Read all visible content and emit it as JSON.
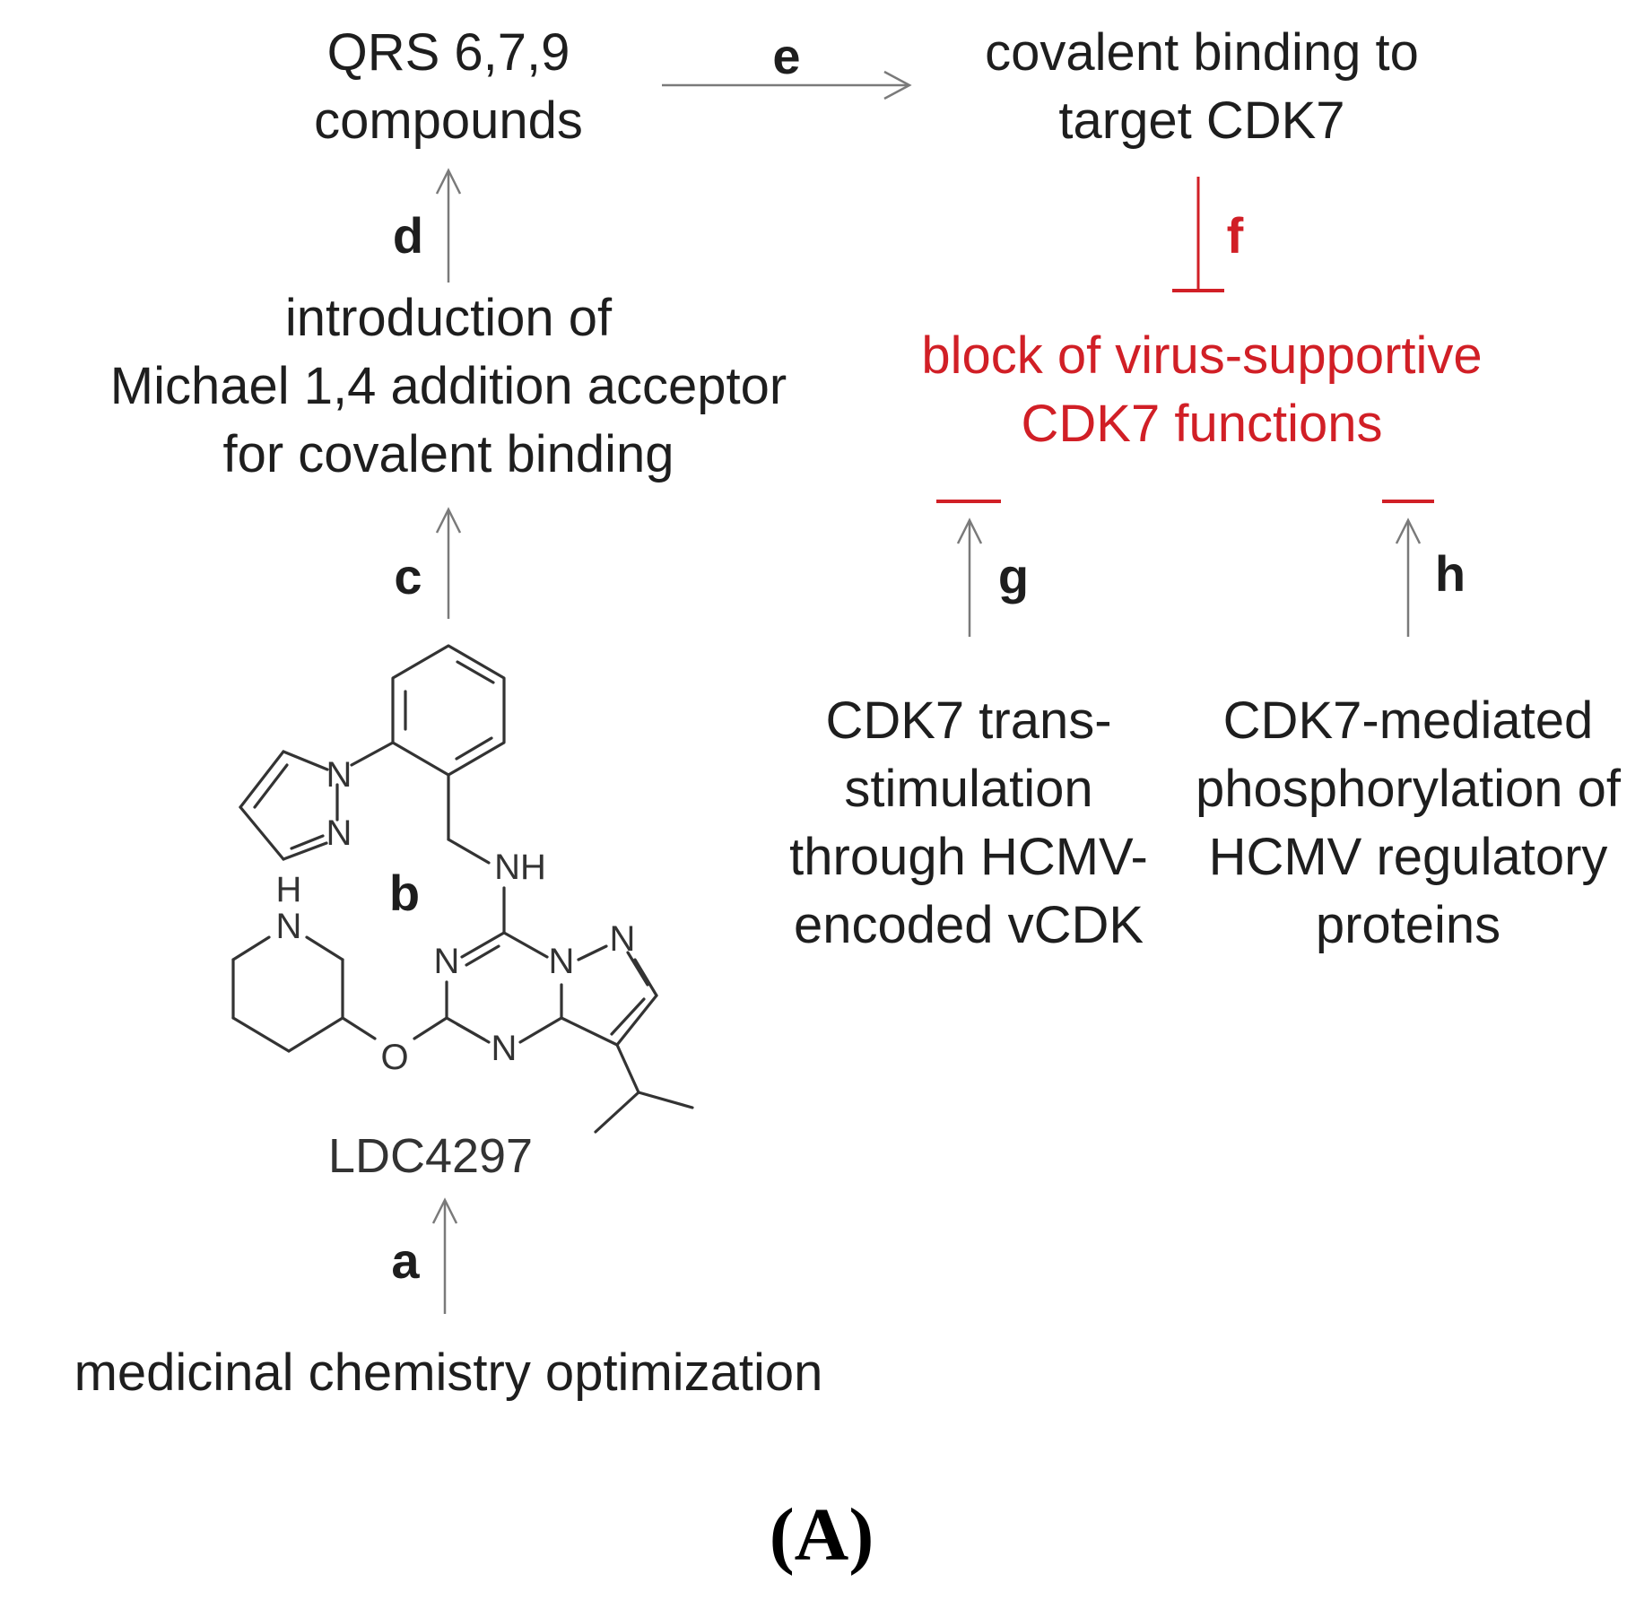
{
  "nodes": {
    "qrs_line1": "QRS 6,7,9",
    "qrs_line2": "compounds",
    "covalent_line1": "covalent binding to",
    "covalent_line2": "target CDK7",
    "intro_line1": "introduction of",
    "intro_line2": "Michael 1,4 addition acceptor",
    "intro_line3": "for covalent binding",
    "block_line1": "block of virus-supportive",
    "block_line2": "CDK7 functions",
    "trans_line1": "CDK7 trans-",
    "trans_line2": "stimulation",
    "trans_line3": "through HCMV-",
    "trans_line4": "encoded vCDK",
    "phos_line1": "CDK7-mediated",
    "phos_line2": "phosphorylation of",
    "phos_line3": "HCMV regulatory",
    "phos_line4": "proteins",
    "compound_name": "LDC4297",
    "medchem": "medicinal chemistry optimization"
  },
  "step_labels": {
    "a": "a",
    "b": "b",
    "c": "c",
    "d": "d",
    "e": "e",
    "f": "f",
    "g": "g",
    "h": "h"
  },
  "structure_atoms": {
    "n_pyrazole_1": "N",
    "n_pyrazole_2": "N",
    "nh": "NH",
    "h_piperidine": "H",
    "n_piperidine": "N",
    "n_triazine_left": "N",
    "n_bridge": "N",
    "n_pyrazolo": "N",
    "n_triazine_bottom": "N",
    "o_ether": "O"
  },
  "panel_label": "(A)",
  "colors": {
    "text": "#1e1e1e",
    "inhibition": "#d11f26",
    "arrow": "#7a7a7a"
  }
}
